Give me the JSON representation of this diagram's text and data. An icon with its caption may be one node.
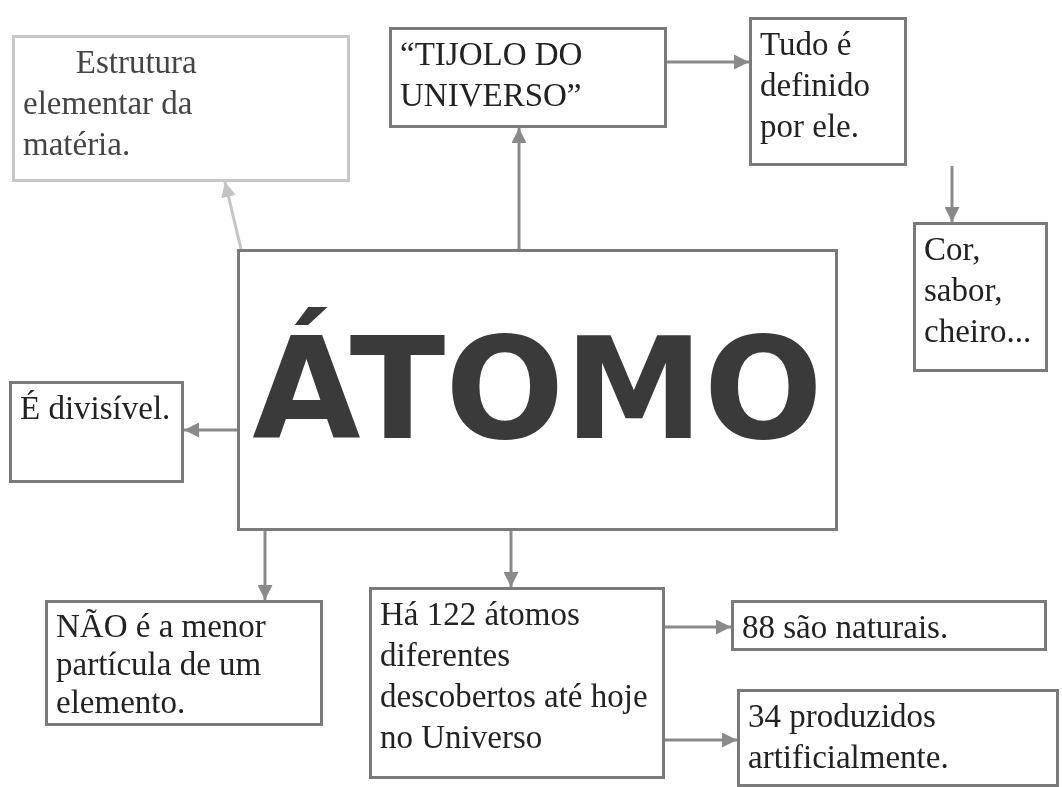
{
  "diagram": {
    "nodes": [
      {
        "text": [
          "ÁTOMO"
        ]
      },
      {
        "text": [
          "Estrutura elementar da matéria."
        ]
      },
      {
        "text": [
          "“TIJOLO DO UNIVERSO”"
        ]
      },
      {
        "text": [
          "Tudo é definido por ele."
        ]
      },
      {
        "text": [
          "Cor, sabor, cheiro..."
        ]
      },
      {
        "text": [
          "É divisível."
        ]
      },
      {
        "text": [
          "NÃO é a menor partícula de um elemento."
        ]
      },
      {
        "text": [
          "Há 122 átomos diferentes descobertos até hoje no Universo"
        ]
      },
      {
        "text": [
          "88 são naturais."
        ]
      },
      {
        "text": [
          "34 produzidos artificialmente."
        ]
      }
    ],
    "edges": [
      {
        "from": 0,
        "to": 1,
        "arrow": "to",
        "color": "#c4c4c4"
      },
      {
        "from": 0,
        "to": 2,
        "arrow": "to"
      },
      {
        "from": 2,
        "to": 3,
        "arrow": "to"
      },
      {
        "from": 3,
        "to": 4,
        "arrow": "to"
      },
      {
        "from": 0,
        "to": 5,
        "arrow": "to"
      },
      {
        "from": 0,
        "to": 6,
        "arrow": "to"
      },
      {
        "from": 0,
        "to": 7,
        "arrow": "to"
      },
      {
        "from": 7,
        "to": 8,
        "arrow": "to"
      },
      {
        "from": 7,
        "to": 9,
        "arrow": "to"
      }
    ]
  }
}
